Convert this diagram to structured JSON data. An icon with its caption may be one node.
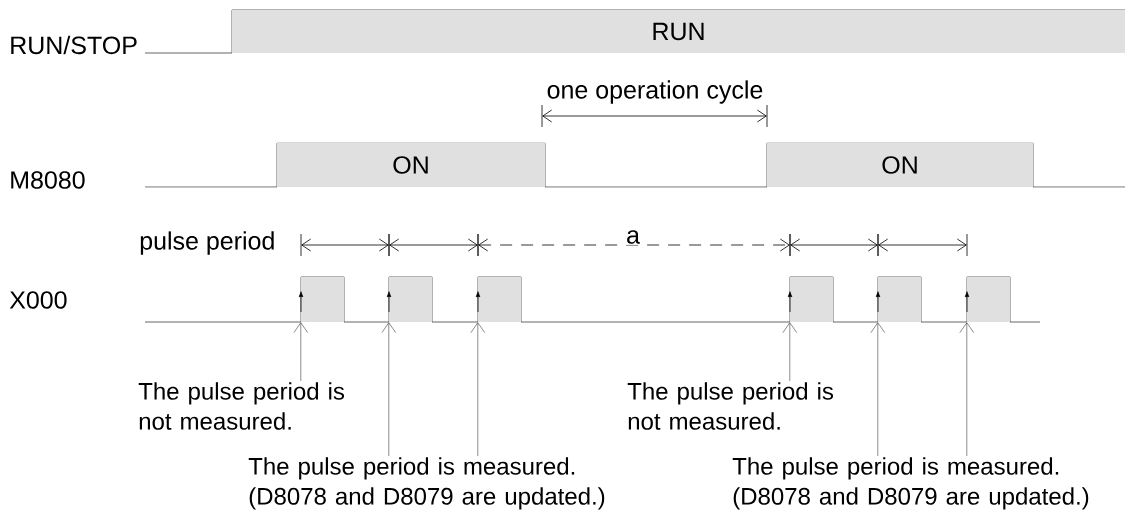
{
  "diagram": {
    "nodes": [
      {
        "text": [
          "RUN"
        ]
      },
      {
        "text": [
          "ON"
        ]
      },
      {
        "text": [
          "ON"
        ]
      },
      {
        "text": [],
        "shape": "box"
      },
      {
        "text": [],
        "shape": "box"
      },
      {
        "text": [],
        "shape": "box"
      },
      {
        "text": [],
        "shape": "box"
      },
      {
        "text": [],
        "shape": "box"
      },
      {
        "text": [],
        "shape": "box"
      },
      {
        "text": [
          "The pulse period is not measured."
        ]
      },
      {
        "text": [
          "The pulse period is measured. (D8078 and D8079 are updated.)"
        ]
      },
      {
        "text": [
          "The pulse period is not measured."
        ]
      },
      {
        "text": [
          "The pulse period is measured. (D8078 and D8079 are updated.)"
        ]
      }
    ],
    "edges": [
      {
        "from": 9,
        "to": 3,
        "arrow": "to"
      },
      {
        "from": 10,
        "to": 4,
        "arrow": "to"
      },
      {
        "from": 10,
        "to": 5,
        "arrow": "to"
      },
      {
        "from": 11,
        "to": 6,
        "arrow": "to"
      },
      {
        "from": 12,
        "to": 7,
        "arrow": "to"
      },
      {
        "from": 12,
        "to": 8,
        "arrow": "to"
      }
    ],
    "labels": [
      "RUN/STOP",
      "one operation cycle",
      "M8080",
      "pulse period",
      "a",
      "X000"
    ]
  }
}
